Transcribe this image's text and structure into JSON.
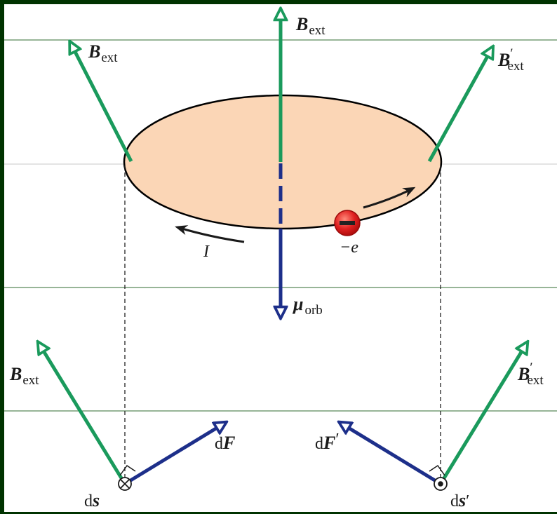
{
  "colors": {
    "frame": "#003300",
    "field": "#1a9a5c",
    "moment": "#1d2f8a",
    "disk_fill": "#fbd6b6",
    "electron": "#e02020"
  },
  "labels": {
    "b_top": {
      "main": "B",
      "sub": "ext"
    },
    "b_left": {
      "main": "B",
      "sub": "ext"
    },
    "b_right": {
      "main": "B",
      "prime": "′",
      "sub": "ext"
    },
    "b_low_left": {
      "main": "B",
      "sub": "ext"
    },
    "b_low_right": {
      "main": "B",
      "prime": "′",
      "sub": "ext"
    },
    "mu": {
      "main": "μ",
      "sub": "orb"
    },
    "current": "I",
    "electron_charge": "−e",
    "df": {
      "d": "d",
      "main": "F"
    },
    "df_prime": {
      "d": "d",
      "main": "F",
      "prime": "′"
    },
    "ds": {
      "d": "d",
      "main": "s"
    },
    "ds_prime": {
      "d": "d",
      "main": "s",
      "prime": "′"
    }
  },
  "icons": {
    "electron": "electron-minus-icon",
    "into_page": "cross-circle-icon",
    "out_of_page": "dot-circle-icon"
  }
}
